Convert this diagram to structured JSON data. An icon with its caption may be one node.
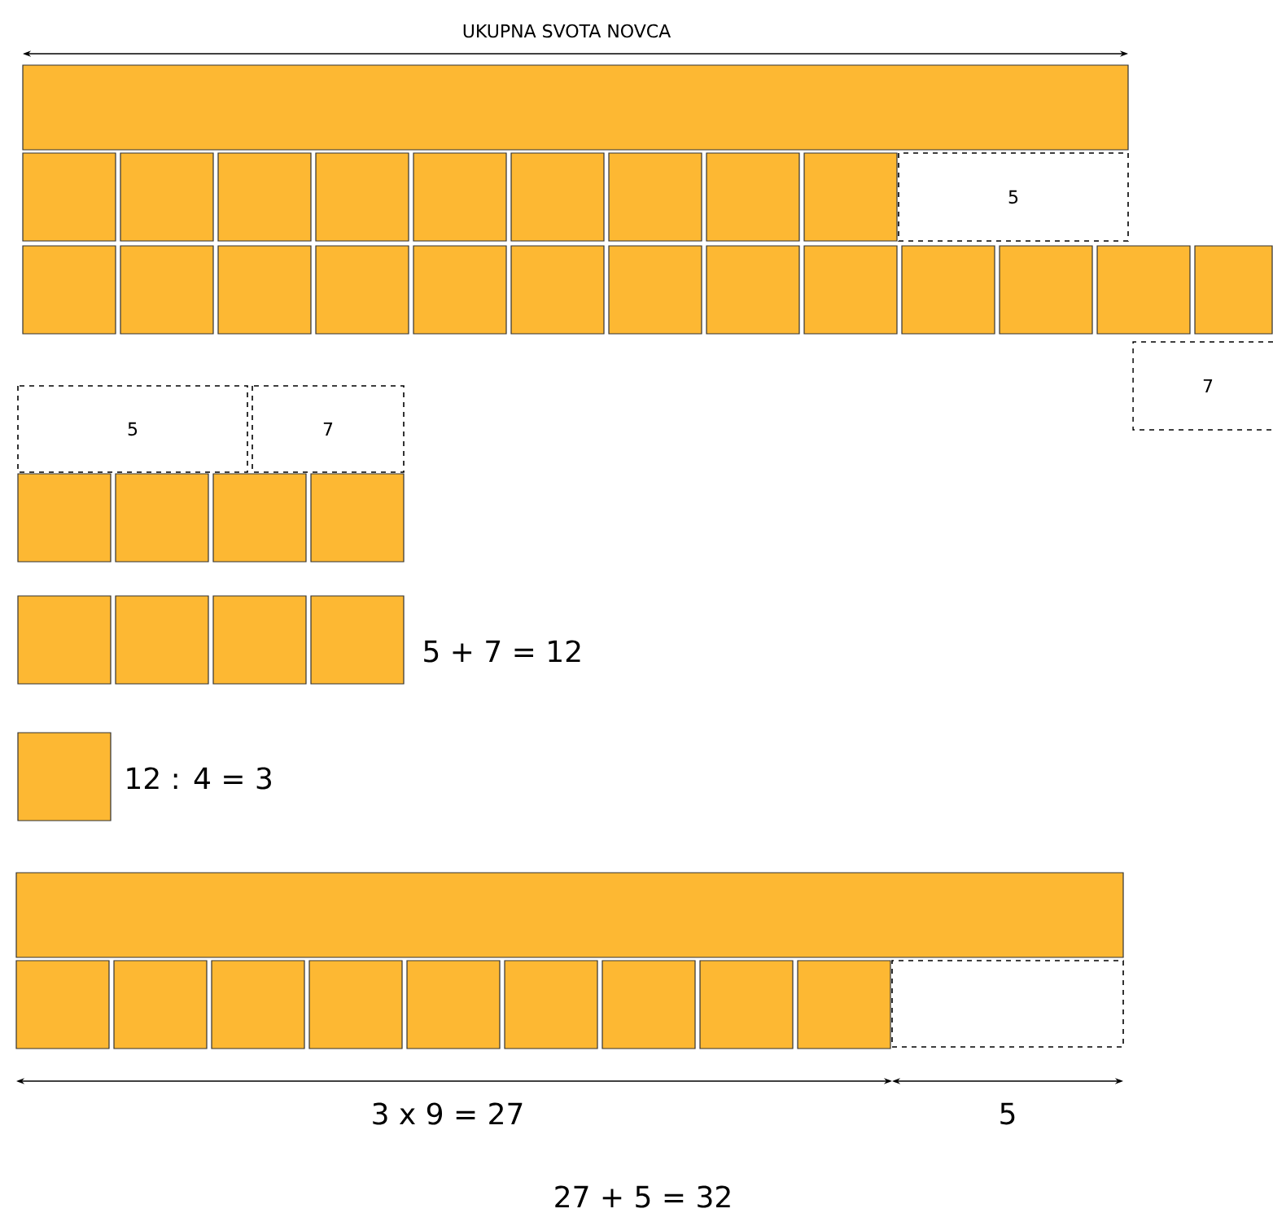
{
  "diagram": {
    "title": "UKUPNA SVOTA NOVCA",
    "nodes": [
      {
        "text": [
          "5"
        ]
      },
      {
        "text": [
          "7"
        ]
      },
      {
        "text": [
          "5"
        ]
      },
      {
        "text": [
          "7"
        ]
      },
      {
        "text": [],
        "shape": "bar"
      },
      {
        "text": [],
        "shape": "bar"
      },
      {
        "text": [],
        "shape": "box"
      }
    ],
    "labels": [
      "5 + 7 = 12",
      "12 : 4 = 3",
      "3 x 9 = 27",
      "5",
      "27 + 5 = 32"
    ]
  }
}
